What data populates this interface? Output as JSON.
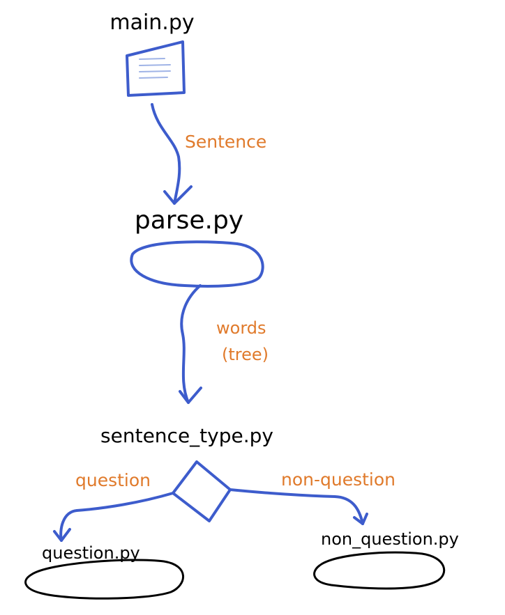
{
  "colors": {
    "ink": "#000000",
    "shape": "#3d5ccc",
    "edge_label": "#e07a2b",
    "doc_lines": "#9fb3e6",
    "background": "#ffffff"
  },
  "nodes": {
    "main": {
      "label": "main.py",
      "shape": "document-icon"
    },
    "parse": {
      "label": "parse.py",
      "shape": "oval"
    },
    "sentence_type": {
      "label": "sentence_type.py",
      "shape": "diamond"
    },
    "question": {
      "label": "question.py",
      "shape": "oval"
    },
    "non_question": {
      "label": "non_question.py",
      "shape": "oval"
    }
  },
  "edges": {
    "main_to_parse": {
      "label": "Sentence"
    },
    "parse_to_sentence_type": {
      "label_line1": "words",
      "label_line2": "(tree)"
    },
    "to_question": {
      "label": "question"
    },
    "to_non_question": {
      "label": "non-question"
    }
  }
}
